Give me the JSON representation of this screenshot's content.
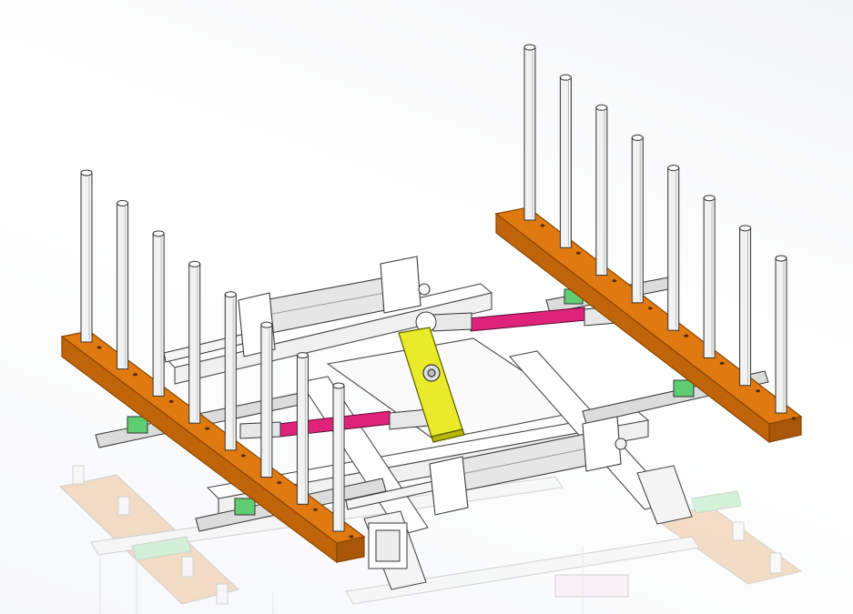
{
  "viewport": {
    "background_colors": [
      "#f4f5f7",
      "#ffffff",
      "#f7f8fa"
    ]
  },
  "model": {
    "colors": {
      "plate": "#e07a10",
      "plate_edge": "#8a4500",
      "link_arm": "#e8ea2a",
      "tie_rod": "#e0237a",
      "slider_block": "#5fce72",
      "frame": "#ffffff",
      "frame_edge": "#4a4a4a",
      "cylinder": "#e6e6e6",
      "pin": "#f2f2f2"
    },
    "components": [
      "left-pin-plate",
      "right-pin-plate",
      "upper-pneumatic-cylinder",
      "lower-pneumatic-cylinder",
      "center-pivot-link-arm",
      "upper-tie-rod",
      "lower-tie-rod",
      "linear-guide-rails",
      "base-frame",
      "ghost-lower-assembly"
    ],
    "left_plate_pin_count": 8,
    "right_plate_pin_count": 8
  }
}
